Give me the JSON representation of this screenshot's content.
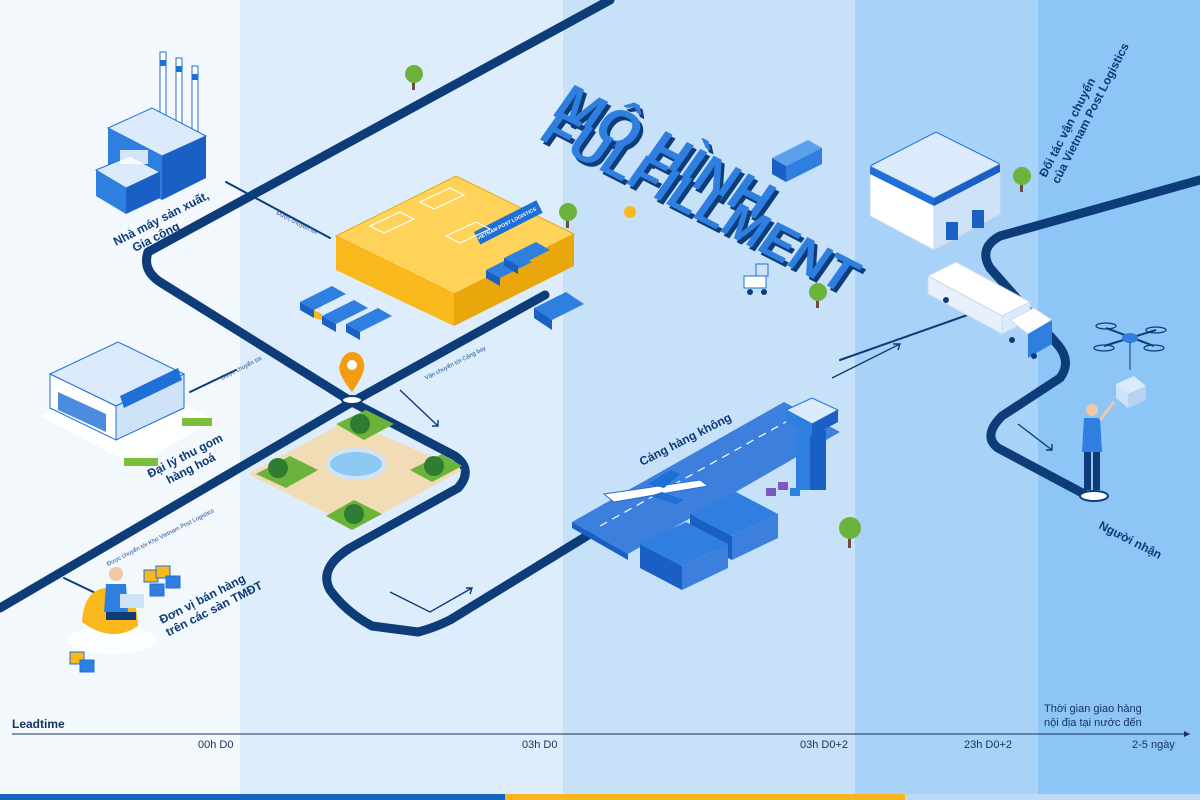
{
  "colors": {
    "band_1": "#f3f8fd",
    "band_2": "#deedfb",
    "band_3": "#c7e1f8",
    "band_4": "#a8d2f7",
    "band_5": "#8cc5f6",
    "road": "#0d3c78",
    "accent_blue": "#1e6fd6",
    "warehouse_yellow": "#f9b81b",
    "footer_blue": "#1565c0",
    "footer_yellow": "#f7b51e",
    "footer_light": "#bcd9f5"
  },
  "title": {
    "line1": "MÔ HÌNH",
    "line2": "FULFILLMENT"
  },
  "labels": {
    "factory": [
      "Nhà máy sản xuất,",
      "Gia công"
    ],
    "agent": [
      "Đại lý thu gom",
      "hàng hoá"
    ],
    "seller": [
      "Đơn vị bán hàng",
      "trên các sàn TMĐT"
    ],
    "airport": "Cảng hàng không",
    "partner": [
      "Đối tác vận chuyển",
      "của Vietnam Post Logistics"
    ],
    "receiver": "Người nhận"
  },
  "small_labels": {
    "factory_route": "Được chuyển tới",
    "agent_route": "Được chuyển tới",
    "seller_route": "Được chuyển tới Kho Vietnam Post Logistics",
    "to_airport": "Vận chuyển tới Cảng bay",
    "warehouse_sign": "VIETNAM POST LOGISTICS"
  },
  "timeline": {
    "title": "Leadtime",
    "ticks": [
      "00h D0",
      "03h D0",
      "03h D0+2",
      "23h D0+2",
      "2-5 ngày"
    ],
    "note": [
      "Thời gian giao hàng",
      "nội địa tại nước đến"
    ]
  },
  "icons": {
    "factory": "factory-icon",
    "shop": "shop-icon",
    "seller": "seller-person-icon",
    "warehouse": "warehouse-icon",
    "airport": "airport-tower-icon",
    "plane": "airplane-icon",
    "truck": "truck-icon",
    "drone": "drone-icon",
    "receiver": "receiver-person-icon",
    "pin": "location-pin-icon",
    "tree": "tree-icon"
  }
}
